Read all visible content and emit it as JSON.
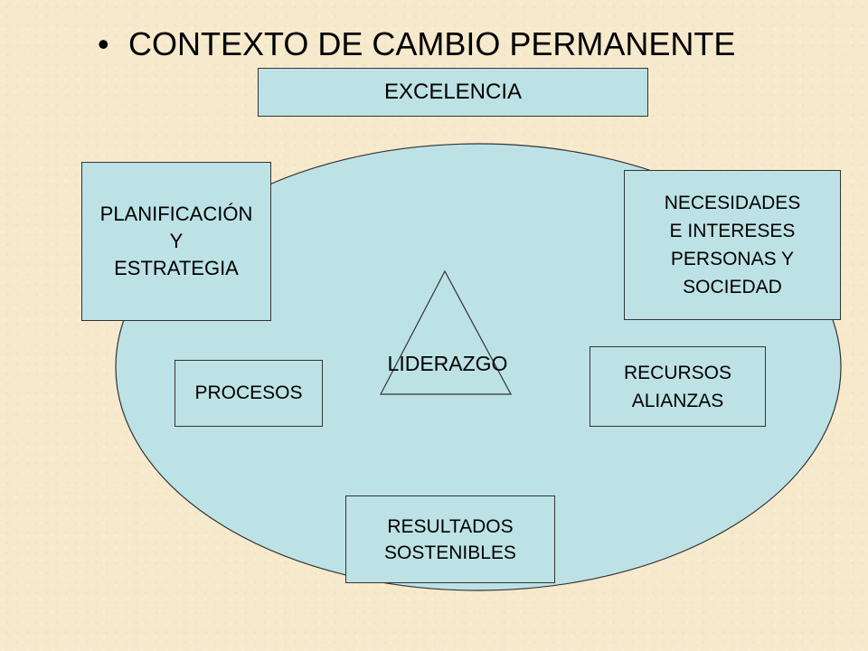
{
  "title": {
    "bullet": "•",
    "text": "CONTEXTO DE CAMBIO PERMANENTE"
  },
  "diagram": {
    "top_box": "EXCELENCIA",
    "center_label": "LIDERAZGO",
    "planning_box": "PLANIFICACIÓN\nY\nESTRATEGIA",
    "needs_box": "NECESIDADES\nE INTERESES\nPERSONAS Y\nSOCIEDAD",
    "processes_box": "PROCESOS",
    "resources_box": "RECURSOS\nALIANZAS",
    "results_box": "RESULTADOS\nSOSTENIBLES"
  },
  "colors": {
    "background": "#f6e9cc",
    "ellipse_fill": "#bde2e5",
    "box_fill": "#bde2e5",
    "outline": "#333333"
  }
}
